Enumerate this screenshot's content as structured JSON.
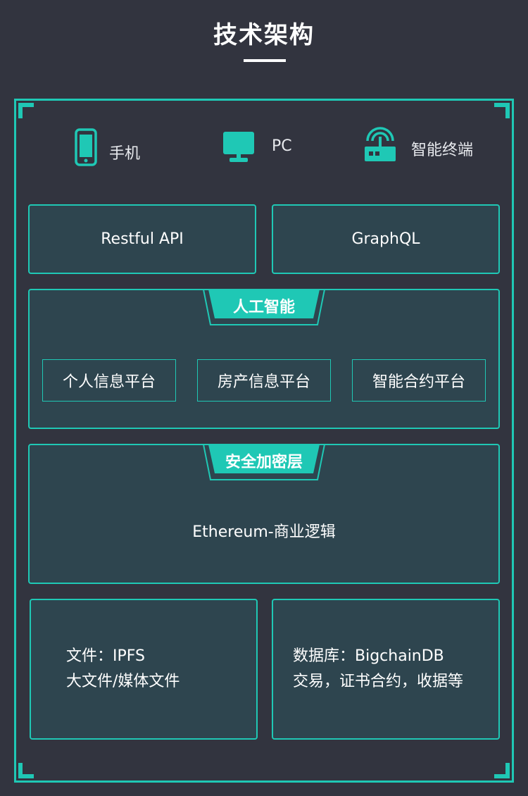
{
  "header": {
    "title": "技术架构"
  },
  "devices": [
    {
      "icon": "phone-icon",
      "label": "手机"
    },
    {
      "icon": "monitor-icon",
      "label": "PC"
    },
    {
      "icon": "router-icon",
      "label": "智能终端"
    }
  ],
  "api": {
    "restful": "Restful API",
    "graphql": "GraphQL"
  },
  "ai_layer": {
    "tab": "人工智能",
    "platforms": [
      "个人信息平台",
      "房产信息平台",
      "智能合约平台"
    ]
  },
  "security_layer": {
    "tab": "安全加密层",
    "content": "Ethereum-商业逻辑"
  },
  "storage": {
    "files": {
      "line1": "文件：IPFS",
      "line2": "大文件/媒体文件"
    },
    "database": {
      "line1": "数据库：BigchainDB",
      "line2": "交易，证书合约，收据等"
    }
  },
  "colors": {
    "accent": "#1fc8b5",
    "background": "#32343f",
    "box_fill": "#2e454f"
  }
}
